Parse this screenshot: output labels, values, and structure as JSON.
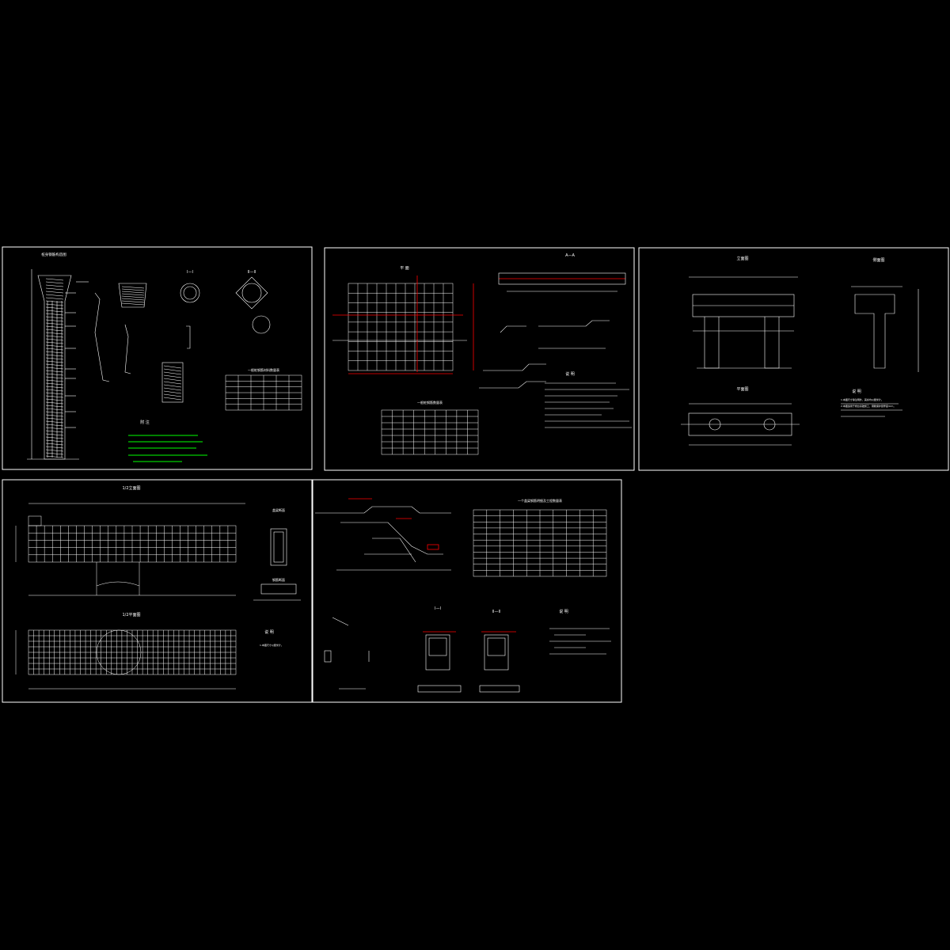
{
  "colors": {
    "background": "#000000",
    "frame": "#ffffff",
    "rebar": "#ffffff",
    "notes_green": "#00ff00",
    "section_red": "#ff0000",
    "cyan": "#00ffff",
    "yellow": "#ffff00"
  },
  "sheets": [
    {
      "id": "pile-reinforcement",
      "title": "桩身钢筋构造图",
      "section_titles": [
        "I—I",
        "II—II"
      ],
      "table_title": "一根桩钢筋材料数量表",
      "notes_title": "附 注"
    },
    {
      "id": "mesh-plan",
      "title": "平 面",
      "section_title": "A—A",
      "table_title": "一根桩钢筋数量表",
      "notes_title": "说 明"
    },
    {
      "id": "bent-elevation",
      "title": "立面图",
      "side_title": "侧面图",
      "plan_title": "平面图",
      "notes_title": "说 明",
      "notes": [
        "1.本图尺寸除注明外，其余均以厘米计。",
        "2.本图适用于桥台基础施工，钢筋保护层厚度4cm。"
      ]
    },
    {
      "id": "cap-beam-reinforcement",
      "elevation_title": "1/2立面图",
      "plan_title": "1/2平面图",
      "section_title": "盖梁断面",
      "section2_title": "钢筋断面",
      "notes_title": "说 明",
      "notes": [
        "1.本图尺寸以厘米计。"
      ]
    },
    {
      "id": "cap-beam-detail",
      "table_title": "一个盖梁钢筋明细及工程数量表",
      "section_titles": [
        "I—I",
        "II—II"
      ],
      "notes_title": "说 明"
    }
  ]
}
